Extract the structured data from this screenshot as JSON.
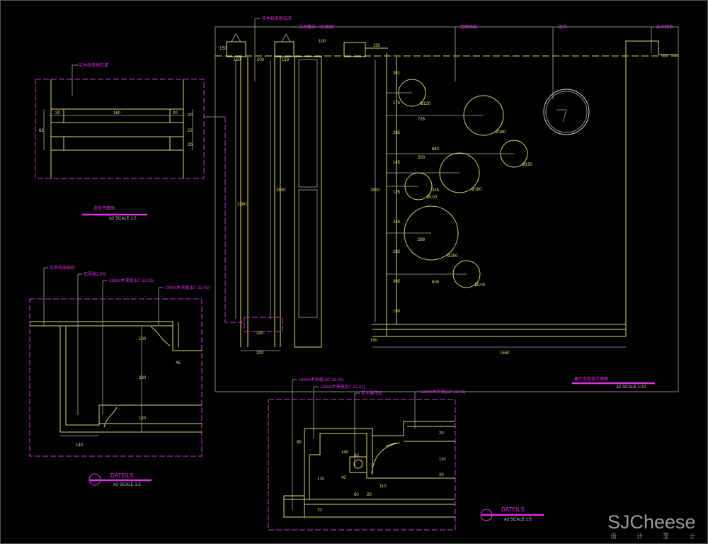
{
  "drawing": {
    "labels_top": [
      "实木线条刷白漆",
      "实木雕花（见详图）",
      "墙纸饰面",
      "挂钟",
      "实木线条"
    ],
    "label_plan_detail": "实木线条刷白漆",
    "label_plan_title": "造型平面图",
    "label_plan_scale": "A2 SCALE 1:2",
    "elevation_title": "客厅造型墙立面图",
    "elevation_scale": "A2 SCALE 1:10",
    "details_left": {
      "title": "DATEILS",
      "scale": "A2 SCALE 1:5",
      "labels": [
        "实木线条刷白",
        "石膏线ZJ09",
        "18mm木夹板(DT-12-05)",
        "18mm木夹板(DT-12-05)"
      ],
      "dims": [
        "100",
        "280",
        "120",
        "45",
        "140"
      ]
    },
    "details_right": {
      "title": "DATEILS",
      "scale": "A2 SCALE 1:5",
      "labels": [
        "18mm木夹板(DT-12-01)",
        "18mm木夹板(DT-12-01)",
        "实木雕花线",
        "18mm木夹板(DT-12-01)"
      ],
      "dims": [
        "80",
        "140",
        "170",
        "40",
        "60",
        "20",
        "110",
        "60",
        "20",
        "110",
        "20",
        "70"
      ]
    },
    "plan_dims": [
      "20",
      "160",
      "20",
      "62",
      "20",
      "22",
      "20"
    ],
    "elevation_dims": {
      "top": [
        "150",
        "200",
        "150",
        "100",
        "150",
        "150"
      ],
      "heights": [
        "2380",
        "2800",
        "2800",
        "150"
      ],
      "bottom": [
        "200",
        "200",
        "1550"
      ],
      "circles": [
        "351",
        "175",
        "285",
        "145",
        "125",
        "245",
        "282",
        "305",
        "150"
      ],
      "horiz": [
        "726",
        "682",
        "500",
        "245",
        "288",
        "609"
      ],
      "diameters": [
        "Ø120",
        "Ø180",
        "Ø150",
        "Ø180",
        "Ø100",
        "Ø200",
        "Ø100"
      ]
    }
  },
  "watermark": {
    "brand": "SJCheese",
    "sub": [
      "设",
      "计",
      "芝",
      "士"
    ]
  },
  "colors": {
    "background": "#000000",
    "annotation": "#e030e8",
    "geometry": "#d8d870",
    "dimension": "#a8a8a8"
  }
}
